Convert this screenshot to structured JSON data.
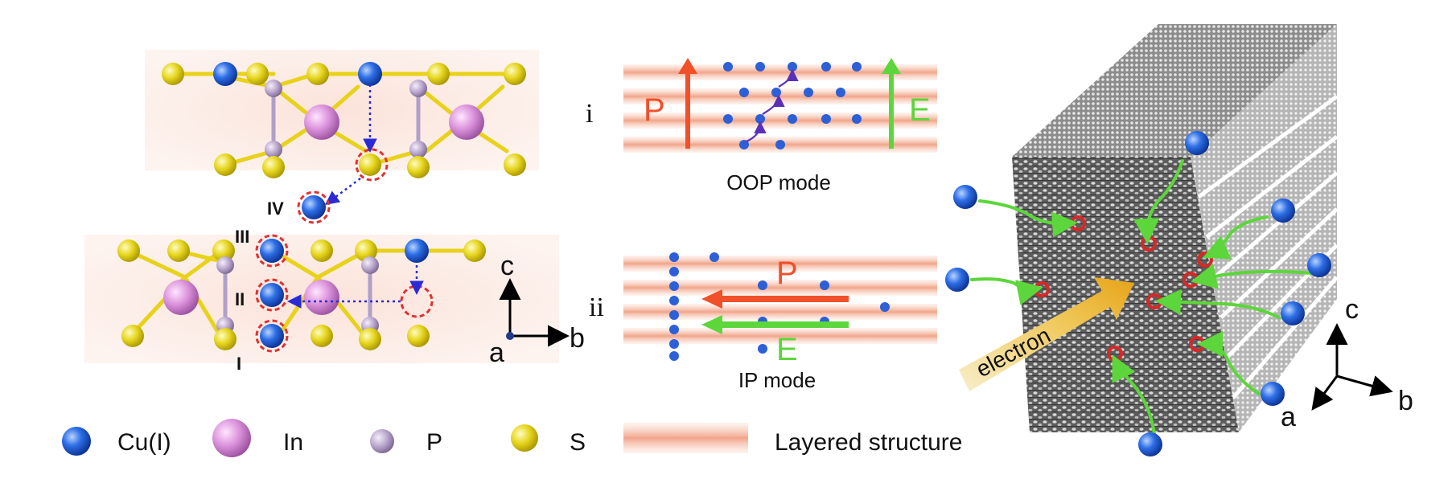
{
  "figure": {
    "crystal_panel": {
      "site_labels": [
        "IV",
        "III",
        "II",
        "I"
      ],
      "axes": {
        "up": "c",
        "right": "b",
        "origin": "a"
      }
    },
    "modes": {
      "oop": {
        "roman": "i",
        "polarization_label": "P",
        "field_label": "E",
        "mode_label": "OOP mode"
      },
      "ip": {
        "roman": "ii",
        "polarization_label": "P",
        "field_label": "E",
        "mode_label": "IP mode"
      }
    },
    "cube_panel": {
      "beam_label": "electron",
      "axes": {
        "up": "c",
        "right": "b",
        "diag": "a"
      }
    },
    "legend": [
      {
        "label": "Cu(I)",
        "icon": "cu-ion-icon"
      },
      {
        "label": "In",
        "icon": "in-atom-icon"
      },
      {
        "label": "P",
        "icon": "p-atom-icon"
      },
      {
        "label": "S",
        "icon": "s-atom-icon"
      },
      {
        "label": "Layered structure",
        "icon": "layer-band-icon"
      }
    ]
  },
  "colors": {
    "cu": "#1f5fd6",
    "in": "#d98fd6",
    "p": "#b7a3c9",
    "s": "#e2d21b",
    "polarization": "#f0502a",
    "field": "#5cd63a",
    "dotted_path": "#2b2bd6",
    "highlight_ring": "#e23030",
    "band": "#f4b59e"
  }
}
